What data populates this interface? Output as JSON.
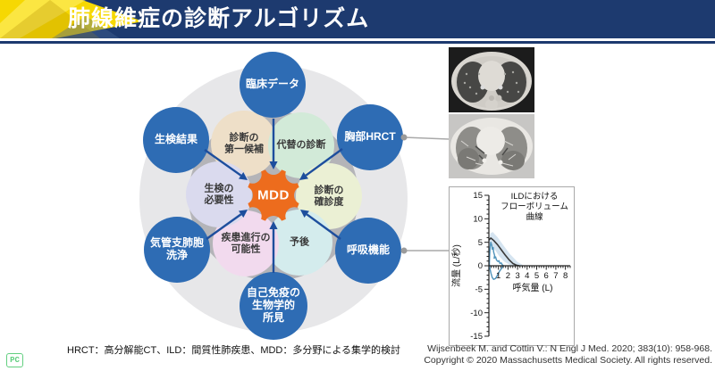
{
  "header": {
    "title": "肺線維症の診断アルゴリズム",
    "bar_color": "#1d3a6f",
    "accent_yellow": "#f6d802"
  },
  "diagram": {
    "bg_outer_color": "#e7e7e9",
    "bg_ring_color": "#b4b4b8",
    "outer_color": "#2e6cb4",
    "arrow_color": "#1d4e9d",
    "connector_color": "#a9a9a9",
    "center": {
      "label": "MDD",
      "color": "#ed6c1d"
    },
    "outer": [
      {
        "label": "臨床データ"
      },
      {
        "label": "胸部HRCT"
      },
      {
        "label": "呼吸機能"
      },
      {
        "label": "自己免疫の\n生物学的\n所見"
      },
      {
        "label": "気管支肺胞\n洗浄"
      },
      {
        "label": "生検結果"
      }
    ],
    "inner": [
      {
        "label": "診断の\n第一候補",
        "color": "#eedfc8"
      },
      {
        "label": "代替の診断",
        "color": "#d2ead8"
      },
      {
        "label": "診断の\n確診度",
        "color": "#ebf0d4"
      },
      {
        "label": "予後",
        "color": "#d4eced"
      },
      {
        "label": "疾患進行の\n可能性",
        "color": "#f2daee"
      },
      {
        "label": "生検の\n必要性",
        "color": "#dadaee"
      }
    ],
    "arrows": [
      {
        "from": [
          306,
          133
        ],
        "to": [
          306,
          190
        ]
      },
      {
        "from": [
          383,
          167
        ],
        "to": [
          335,
          202
        ]
      },
      {
        "from": [
          381,
          268
        ],
        "to": [
          336,
          235
        ]
      },
      {
        "from": [
          306,
          306
        ],
        "to": [
          306,
          248
        ]
      },
      {
        "from": [
          231,
          268
        ],
        "to": [
          277,
          235
        ]
      },
      {
        "from": [
          229,
          168
        ],
        "to": [
          277,
          202
        ]
      }
    ],
    "connectors": [
      {
        "from": [
          452,
          154
        ],
        "to": [
          502,
          156
        ]
      },
      {
        "from": [
          452,
          281
        ],
        "to": [
          502,
          281
        ]
      }
    ]
  },
  "chart_data": {
    "type": "line",
    "title": "ILDにおける\nフローボリューム\n曲線",
    "xlabel": "呼気量 (L)",
    "ylabel": "流量 (L/秒)",
    "xlim": [
      0,
      8.5
    ],
    "ylim": [
      -15,
      15
    ],
    "x_ticks": [
      1,
      2,
      3,
      4,
      5,
      6,
      7,
      8
    ],
    "y_ticks": [
      -15,
      -10,
      -5,
      0,
      5,
      10,
      15
    ],
    "grid": false,
    "legend": "none",
    "series": [
      {
        "name": "normal-range-band",
        "type": "band",
        "color": "#c3d9ea",
        "opacity": 0.7,
        "points": [
          [
            0,
            4.6
          ],
          [
            0.15,
            6.9
          ],
          [
            0.4,
            7.2
          ],
          [
            0.9,
            6.1
          ],
          [
            1.5,
            4.4
          ],
          [
            2.2,
            2.5
          ],
          [
            3.0,
            0.8
          ],
          [
            3.6,
            0.1
          ],
          [
            3.6,
            0
          ],
          [
            2.8,
            0
          ],
          [
            2.2,
            0.2
          ],
          [
            1.6,
            0.9
          ],
          [
            1.1,
            2.0
          ],
          [
            0.7,
            3.2
          ],
          [
            0.4,
            4.0
          ],
          [
            0.15,
            4.3
          ],
          [
            0,
            4.6
          ]
        ]
      },
      {
        "name": "normal-flow-volume-curve",
        "type": "line",
        "color": "#3a3a3a",
        "width": 1.6,
        "x": [
          0,
          0.2,
          0.5,
          0.9,
          1.3,
          1.7,
          2.1,
          2.5,
          2.9,
          3.2
        ],
        "y": [
          5.5,
          5.9,
          5.4,
          4.5,
          3.4,
          2.3,
          1.3,
          0.5,
          0.1,
          0
        ]
      },
      {
        "name": "ild-flow-volume-loop",
        "type": "loop",
        "color": "#4f93bb",
        "width": 1.4,
        "points": [
          [
            0.05,
            0.3
          ],
          [
            0.08,
            2.2
          ],
          [
            0.13,
            4.0
          ],
          [
            0.2,
            5.0
          ],
          [
            0.3,
            4.4
          ],
          [
            0.35,
            3.5
          ],
          [
            0.45,
            3.9
          ],
          [
            0.5,
            2.9
          ],
          [
            0.6,
            2.2
          ],
          [
            0.55,
            1.6
          ],
          [
            0.7,
            1.9
          ],
          [
            0.8,
            1.2
          ],
          [
            0.95,
            0.9
          ],
          [
            1.05,
            1.1
          ],
          [
            1.15,
            0.5
          ],
          [
            1.3,
            0.6
          ],
          [
            1.4,
            0.2
          ],
          [
            1.5,
            0.05
          ],
          [
            1.35,
            -0.5
          ],
          [
            1.1,
            -1.2
          ],
          [
            0.9,
            -2.0
          ],
          [
            0.7,
            -2.7
          ],
          [
            0.5,
            -2.9
          ],
          [
            0.35,
            -2.5
          ],
          [
            0.22,
            -1.6
          ],
          [
            0.12,
            -0.7
          ],
          [
            0.05,
            0.3
          ]
        ]
      }
    ]
  },
  "footnote": "HRCT：高分解能CT、ILD：間質性肺疾患、MDD：多分野による集学的検討",
  "citation": {
    "line1": "Wijsenbeek M. and Cottin V.: N Engl J Med. 2020; 383(10): 958-968.",
    "line2": "Copyright © 2020 Massachusetts Medical Society. All rights reserved."
  },
  "logo": {
    "text": "PC",
    "color": "#62cf80"
  }
}
